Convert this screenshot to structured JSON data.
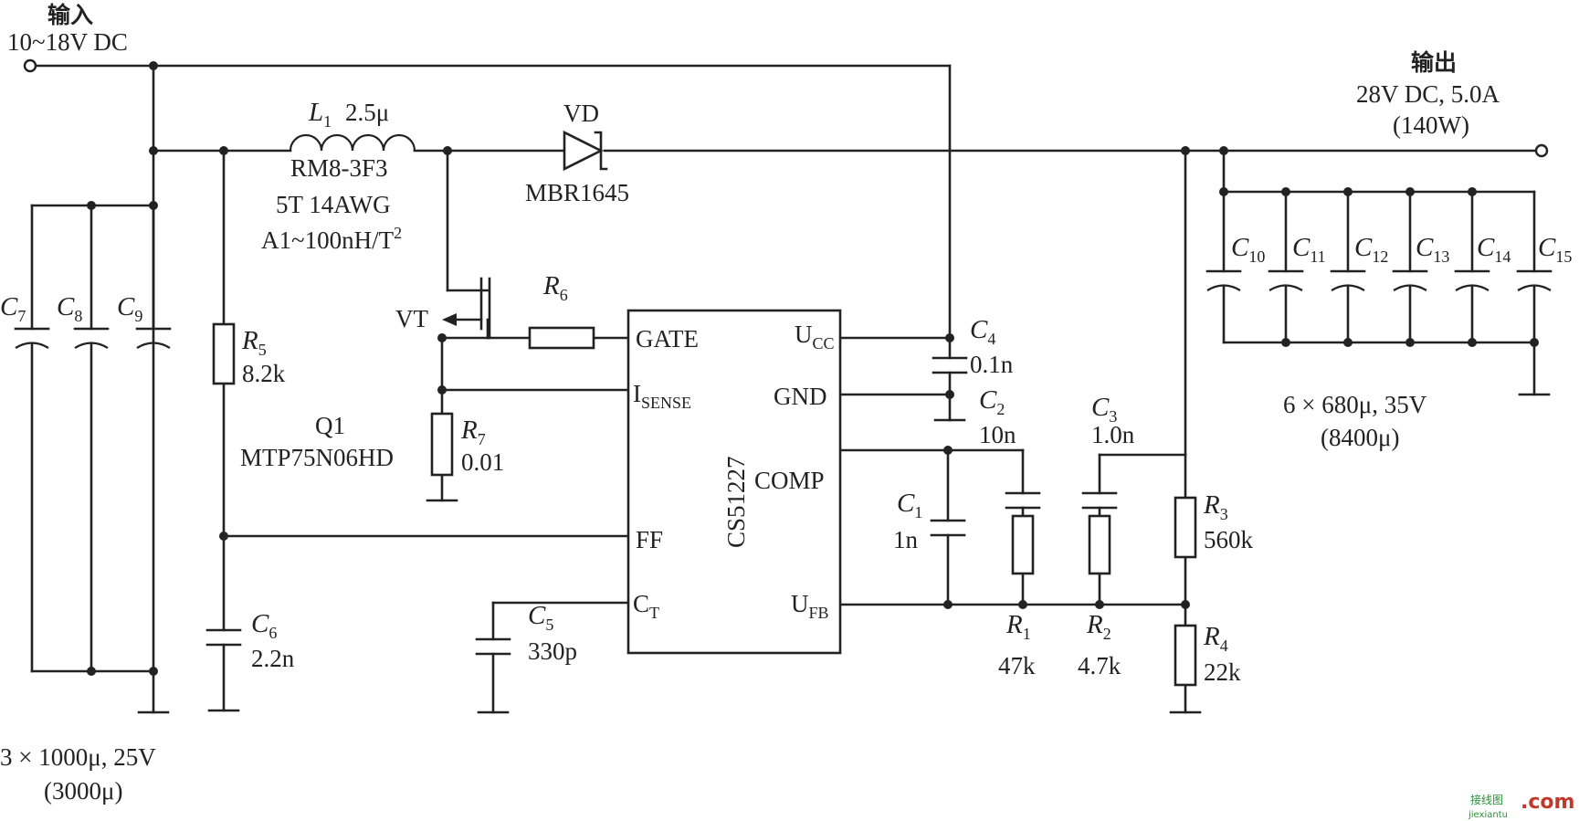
{
  "input": {
    "title": "输入",
    "voltage": "10~18V DC"
  },
  "output": {
    "title": "输出",
    "spec": "28V DC, 5.0A",
    "power": "(140W)"
  },
  "inductor": {
    "ref": "L",
    "sub": "1",
    "value": "2.5μ",
    "core": "RM8-3F3",
    "winding": "5T 14AWG",
    "al": "A1~100nH/T",
    "al_sup": "2"
  },
  "diode": {
    "ref": "VD",
    "part": "MBR1645"
  },
  "mosfet": {
    "ref": "VT",
    "name": "Q1",
    "part": "MTP75N06HD"
  },
  "ic": {
    "part": "CS51227",
    "pins": {
      "gate": "GATE",
      "isense": "I",
      "isense_sub": "SENSE",
      "ff": "FF",
      "ct": "C",
      "ct_sub": "T",
      "ucc": "U",
      "ucc_sub": "CC",
      "gnd": "GND",
      "comp": "COMP",
      "ufb": "U",
      "ufb_sub": "FB"
    }
  },
  "resistors": {
    "r1": {
      "ref": "R",
      "sub": "1",
      "value": "47k"
    },
    "r2": {
      "ref": "R",
      "sub": "2",
      "value": "4.7k"
    },
    "r3": {
      "ref": "R",
      "sub": "3",
      "value": "560k"
    },
    "r4": {
      "ref": "R",
      "sub": "4",
      "value": "22k"
    },
    "r5": {
      "ref": "R",
      "sub": "5",
      "value": "8.2k"
    },
    "r6": {
      "ref": "R",
      "sub": "6"
    },
    "r7": {
      "ref": "R",
      "sub": "7",
      "value": "0.01"
    }
  },
  "capacitors": {
    "c1": {
      "ref": "C",
      "sub": "1",
      "value": "1n"
    },
    "c2": {
      "ref": "C",
      "sub": "2",
      "value": "10n"
    },
    "c3": {
      "ref": "C",
      "sub": "3",
      "value": "1.0n"
    },
    "c4": {
      "ref": "C",
      "sub": "4",
      "value": "0.1n"
    },
    "c5": {
      "ref": "C",
      "sub": "5",
      "value": "330p"
    },
    "c6": {
      "ref": "C",
      "sub": "6",
      "value": "2.2n"
    },
    "c7": {
      "ref": "C",
      "sub": "7"
    },
    "c8": {
      "ref": "C",
      "sub": "8"
    },
    "c9": {
      "ref": "C",
      "sub": "9"
    },
    "c10": {
      "ref": "C",
      "sub": "10"
    },
    "c11": {
      "ref": "C",
      "sub": "11"
    },
    "c12": {
      "ref": "C",
      "sub": "12"
    },
    "c13": {
      "ref": "C",
      "sub": "13"
    },
    "c14": {
      "ref": "C",
      "sub": "14"
    },
    "c15": {
      "ref": "C",
      "sub": "15"
    }
  },
  "input_bank": {
    "spec": "3 × 1000μ, 25V",
    "total": "(3000μ)"
  },
  "output_bank": {
    "spec": "6 × 680μ, 35V",
    "total": "(8400μ)"
  },
  "watermark": {
    "cn": "接线图",
    "url": "jiexiantu",
    "com": ".com"
  }
}
